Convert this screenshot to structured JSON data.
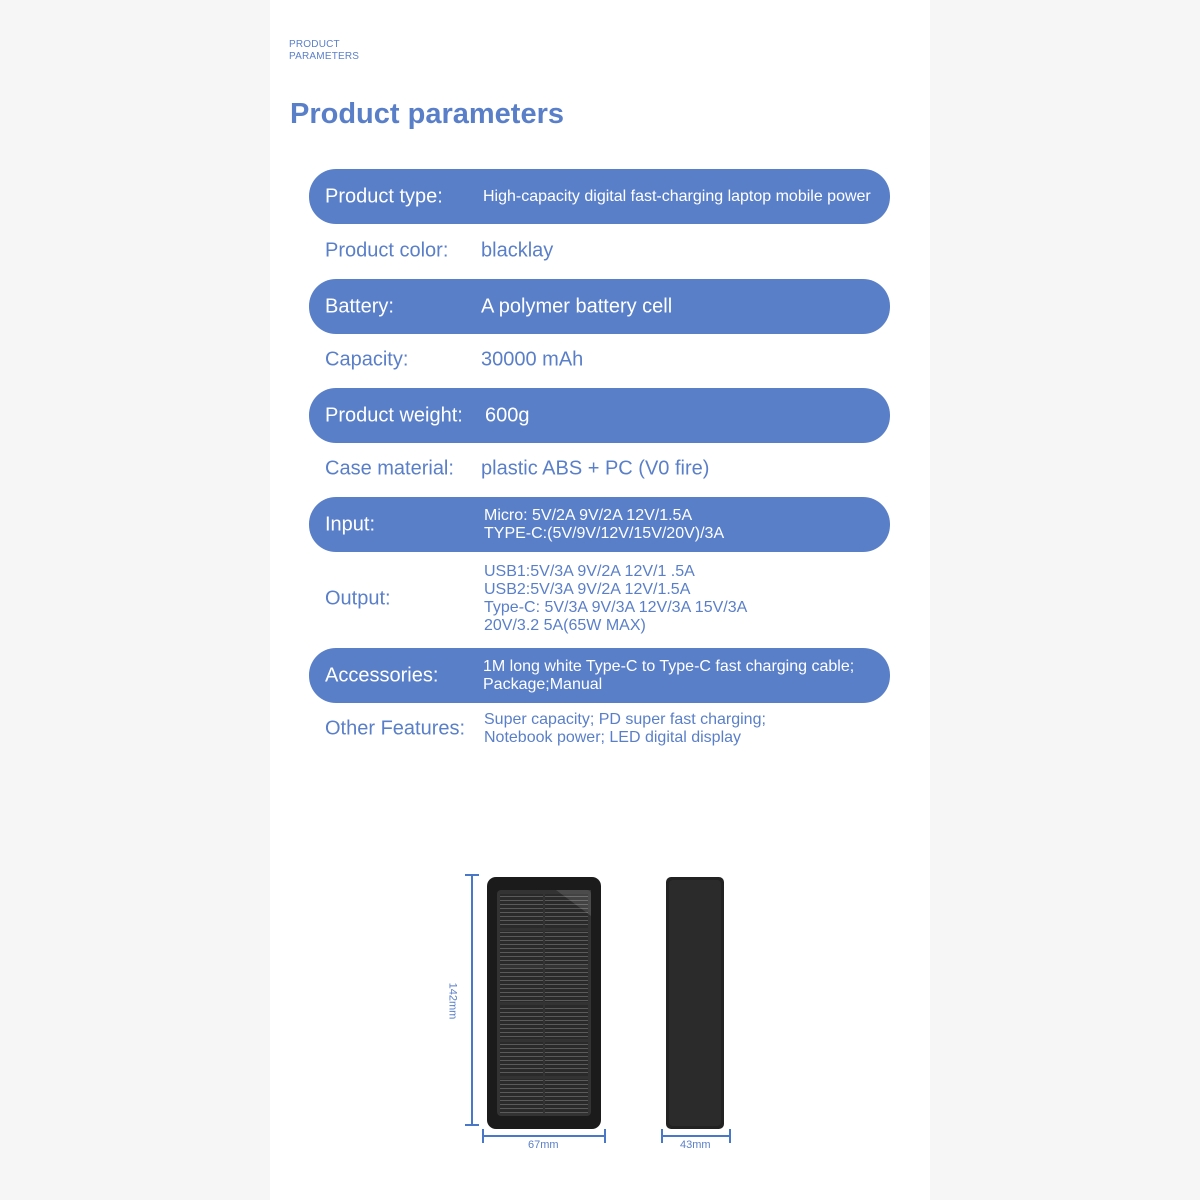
{
  "header": {
    "kicker_line1": "PRODUCT",
    "kicker_line2": "PARAMETERS",
    "title": "Product parameters"
  },
  "params": {
    "product_type": {
      "label": "Product type:",
      "value": "High-capacity digital fast-charging laptop mobile power"
    },
    "product_color": {
      "label": "Product color:",
      "value": "blacklay"
    },
    "battery": {
      "label": "Battery:",
      "value": "A polymer battery cell"
    },
    "capacity": {
      "label": "Capacity:",
      "value": "30000 mAh"
    },
    "weight": {
      "label": "Product weight:",
      "value": "600g"
    },
    "case_material": {
      "label": "Case material:",
      "value": "plastic ABS + PC (V0 fire)"
    },
    "input": {
      "label": "Input:",
      "lines": [
        "Micro: 5V/2A 9V/2A 12V/1.5A",
        "TYPE-C:(5V/9V/12V/15V/20V)/3A"
      ]
    },
    "output": {
      "label": "Output:",
      "lines": [
        "USB1:5V/3A 9V/2A 12V/1 .5A",
        "USB2:5V/3A 9V/2A 12V/1.5A",
        "Type-C: 5V/3A 9V/3A 12V/3A 15V/3A",
        "20V/3.2 5A(65W MAX)"
      ]
    },
    "accessories": {
      "label": "Accessories:",
      "lines": [
        "1M long white Type-C to Type-C fast charging cable;",
        "Package;Manual"
      ]
    },
    "other_features": {
      "label": "Other Features:",
      "lines": [
        "Super capacity; PD super fast charging;",
        "Notebook power; LED digital display"
      ]
    }
  },
  "dimensions": {
    "height": "142mm",
    "width": "67mm",
    "depth": "43mm"
  },
  "colors": {
    "accent": "#5a7fc9",
    "band_text": "#ffffff",
    "device_body": "#1e1e1e"
  }
}
